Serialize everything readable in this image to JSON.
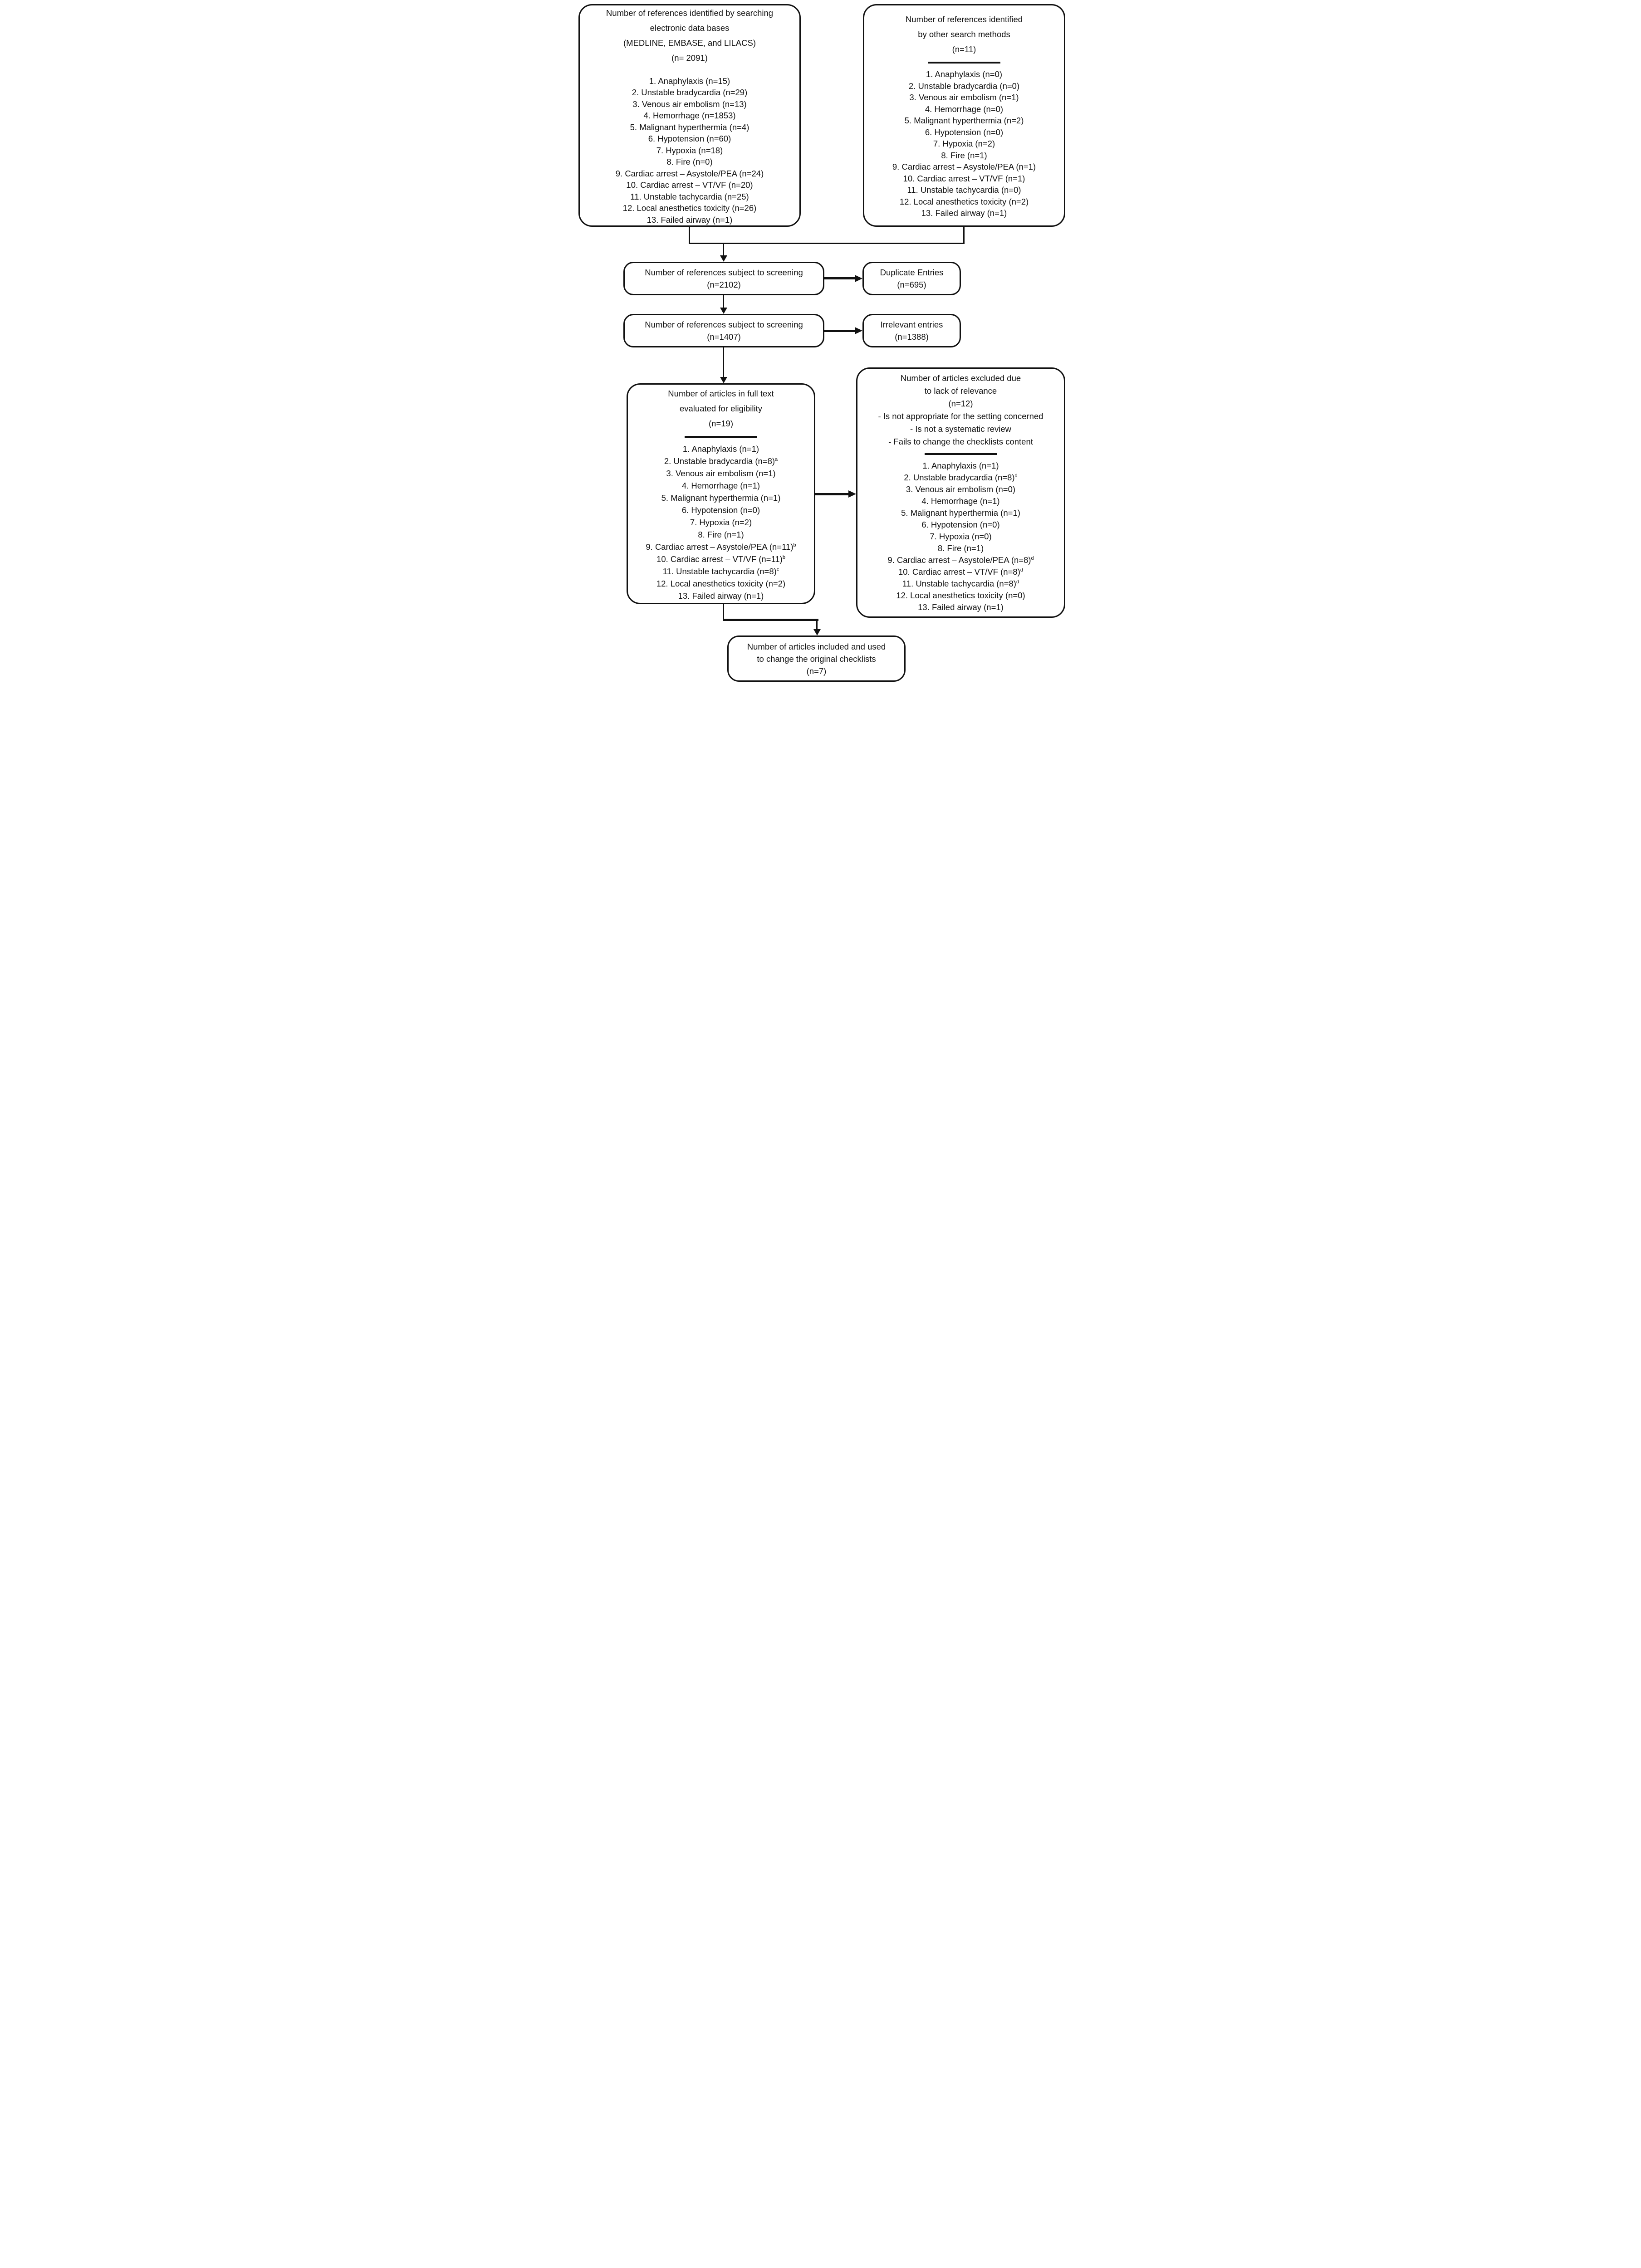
{
  "colors": {
    "ink": "#111111",
    "background": "#ffffff"
  },
  "boxes": {
    "db_search": {
      "title_lines": [
        "Number of references identified by searching",
        "electronic data bases",
        "(MEDLINE, EMBASE, and LILACS)",
        "(n= 2091)"
      ],
      "items": [
        {
          "text": "1. Anaphylaxis (n=15)"
        },
        {
          "text": "2. Unstable bradycardia (n=29)"
        },
        {
          "text": "3. Venous air embolism (n=13)"
        },
        {
          "text": "4. Hemorrhage (n=1853)"
        },
        {
          "text": "5. Malignant hyperthermia (n=4)"
        },
        {
          "text": "6. Hypotension (n=60)"
        },
        {
          "text": "7. Hypoxia (n=18)"
        },
        {
          "text": "8. Fire (n=0)"
        },
        {
          "text": "9. Cardiac arrest – Asystole/PEA (n=24)"
        },
        {
          "text": "10. Cardiac arrest – VT/VF (n=20)"
        },
        {
          "text": "11. Unstable tachycardia (n=25)"
        },
        {
          "text": "12. Local anesthetics toxicity (n=26)"
        },
        {
          "text": "13. Failed airway (n=1)"
        }
      ]
    },
    "other_search": {
      "title_lines": [
        "Number of references identified",
        "by other search methods",
        "(n=11)"
      ],
      "items": [
        {
          "text": "1. Anaphylaxis (n=0)"
        },
        {
          "text": "2. Unstable bradycardia (n=0)"
        },
        {
          "text": "3. Venous air embolism (n=1)"
        },
        {
          "text": "4. Hemorrhage (n=0)"
        },
        {
          "text": "5. Malignant hyperthermia (n=2)"
        },
        {
          "text": "6. Hypotension (n=0)"
        },
        {
          "text": "7. Hypoxia (n=2)"
        },
        {
          "text": "8. Fire (n=1)"
        },
        {
          "text": "9. Cardiac arrest – Asystole/PEA (n=1)"
        },
        {
          "text": "10. Cardiac arrest – VT/VF (n=1)"
        },
        {
          "text": "11. Unstable tachycardia (n=0)"
        },
        {
          "text": "12. Local anesthetics toxicity (n=2)"
        },
        {
          "text": "13. Failed airway (n=1)"
        }
      ]
    },
    "screening_1": {
      "lines": [
        "Number of references subject to screening",
        "(n=2102)"
      ]
    },
    "duplicate": {
      "lines": [
        "Duplicate Entries",
        "(n=695)"
      ]
    },
    "screening_2": {
      "lines": [
        "Number of references subject to screening",
        "(n=1407)"
      ]
    },
    "irrelevant": {
      "lines": [
        "Irrelevant entries",
        "(n=1388)"
      ]
    },
    "fulltext": {
      "title_lines": [
        "Number of articles in full text",
        "evaluated for eligibility",
        "(n=19)"
      ],
      "items": [
        {
          "text": "1. Anaphylaxis (n=1)"
        },
        {
          "text": "2. Unstable bradycardia (n=8)",
          "sup": "a"
        },
        {
          "text": "3. Venous air embolism (n=1)"
        },
        {
          "text": "4. Hemorrhage (n=1)"
        },
        {
          "text": "5. Malignant hyperthermia (n=1)"
        },
        {
          "text": "6. Hypotension (n=0)"
        },
        {
          "text": "7. Hypoxia (n=2)"
        },
        {
          "text": "8. Fire (n=1)"
        },
        {
          "text": "9. Cardiac arrest – Asystole/PEA (n=11)",
          "sup": "b"
        },
        {
          "text": "10. Cardiac arrest – VT/VF (n=11)",
          "sup": "b"
        },
        {
          "text": "11. Unstable tachycardia (n=8)",
          "sup": "c"
        },
        {
          "text": "12. Local anesthetics toxicity (n=2)"
        },
        {
          "text": "13. Failed airway (n=1)"
        }
      ]
    },
    "excluded": {
      "title_lines": [
        "Number of articles excluded due",
        "to lack of relevance",
        "(n=12)"
      ],
      "bullets": [
        "- Is not appropriate for the setting concerned",
        "- Is not a systematic review",
        "- Fails to change the checklists content"
      ],
      "items": [
        {
          "text": "1. Anaphylaxis (n=1)"
        },
        {
          "text": "2. Unstable bradycardia (n=8)",
          "sup": "d"
        },
        {
          "text": "3. Venous air embolism (n=0)"
        },
        {
          "text": "4. Hemorrhage (n=1)"
        },
        {
          "text": "5. Malignant hyperthermia (n=1)"
        },
        {
          "text": "6. Hypotension (n=0)"
        },
        {
          "text": "7. Hypoxia (n=0)"
        },
        {
          "text": "8. Fire (n=1)"
        },
        {
          "text": "9. Cardiac arrest – Asystole/PEA (n=8)",
          "sup": "d"
        },
        {
          "text": "10. Cardiac arrest – VT/VF (n=8)",
          "sup": "d"
        },
        {
          "text": "11. Unstable tachycardia (n=8)",
          "sup": "d"
        },
        {
          "text": "12. Local anesthetics toxicity (n=0)"
        },
        {
          "text": "13. Failed airway (n=1)"
        }
      ]
    },
    "included": {
      "lines": [
        "Number of articles included and used",
        "to change the original checklists",
        "(n=7)"
      ]
    }
  }
}
